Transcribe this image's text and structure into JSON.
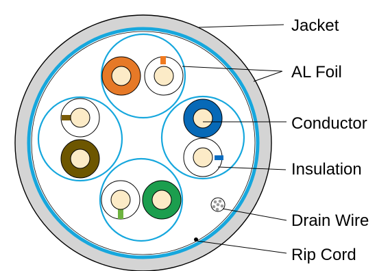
{
  "labels": {
    "jacket": "Jacket",
    "al_foil": "AL Foil",
    "conductor": "Conductor",
    "insulation": "Insulation",
    "drain_wire": "Drain Wire",
    "rip_cord": "Rip Cord"
  },
  "colors": {
    "jacket": "#d4d4d4",
    "foil": "#16a7dd",
    "conductor": "#fcebc7",
    "pair_orange": "#e67927",
    "pair_blue": "#0769b7",
    "pair_brown": "#6d5600",
    "pair_green": "#1c9e4e",
    "stripe_orange": "#f07a1f",
    "stripe_blue": "#0a6cc0",
    "stripe_brown": "#7a5c08",
    "stripe_green": "#6db33f"
  }
}
